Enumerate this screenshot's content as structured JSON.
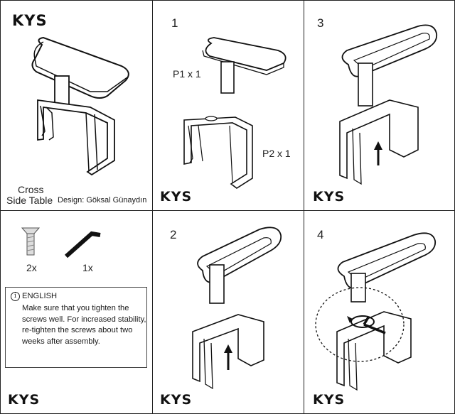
{
  "brand": "KYS",
  "product": {
    "name_line1": "Cross",
    "name_line2": "Side Table",
    "designer": "Design: Göksal Günaydın"
  },
  "steps": {
    "step1": "1",
    "step2": "2",
    "step3": "3",
    "step4": "4"
  },
  "parts": {
    "p1": "P1 x 1",
    "p2": "P2 x 1"
  },
  "hardware": {
    "screw_qty": "2x",
    "key_qty": "1x"
  },
  "notice": {
    "icon": "info-icon",
    "language": "ENGLISH",
    "lines": [
      "Make sure that you tighten the",
      "screws well. For increased stability,",
      "re-tighten the screws about two",
      "weeks after assembly."
    ]
  }
}
